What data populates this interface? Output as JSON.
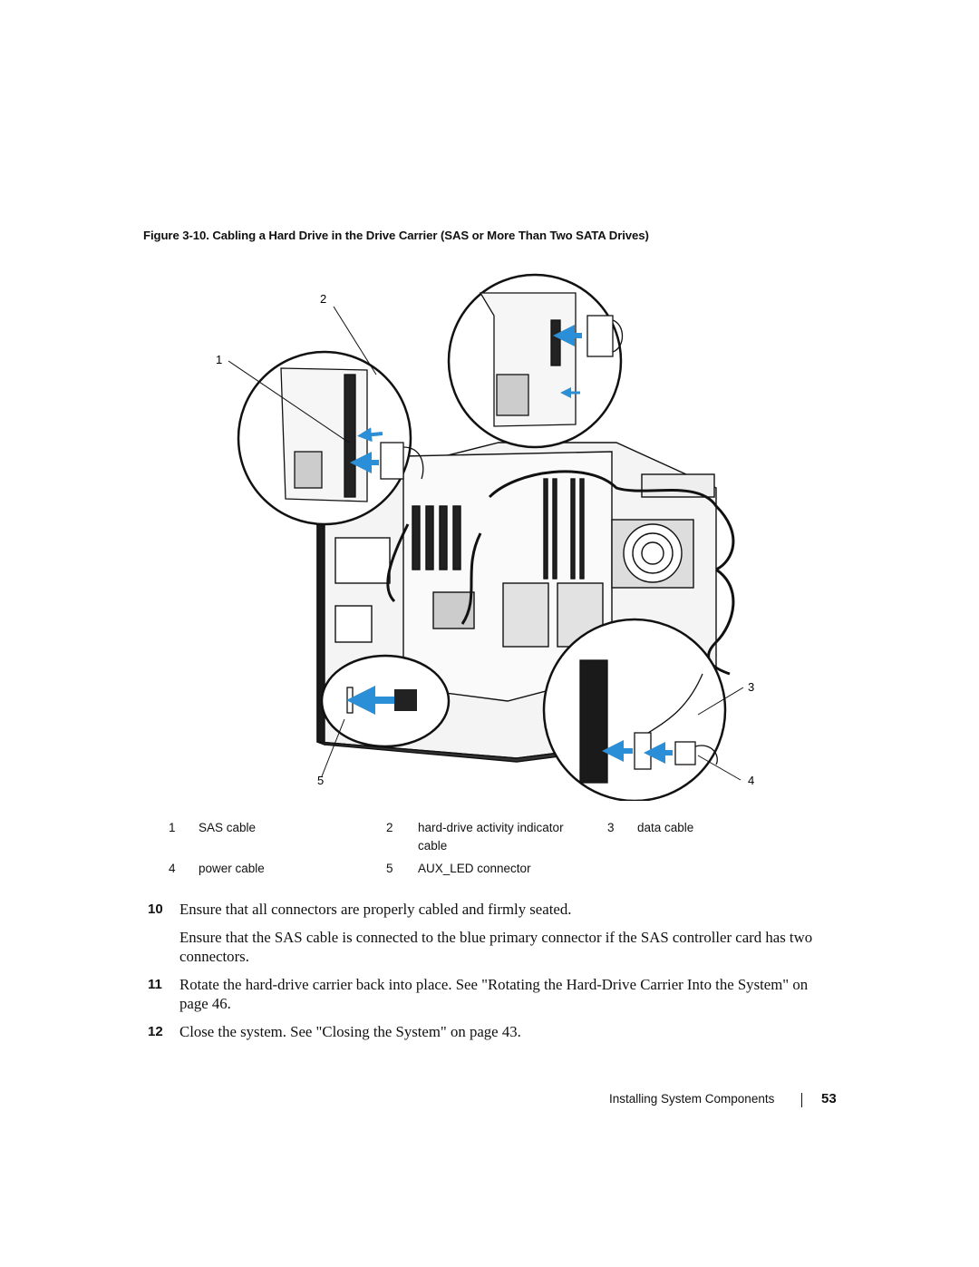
{
  "caption": "Figure 3-10.   Cabling a Hard Drive in the Drive Carrier (SAS or More Than Two SATA Drives)",
  "figure": {
    "callout_numbers": [
      "1",
      "2",
      "3",
      "4",
      "5"
    ]
  },
  "callouts": [
    {
      "num": "1",
      "label": "SAS cable"
    },
    {
      "num": "2",
      "label": "hard-drive activity indicator",
      "label2": "cable"
    },
    {
      "num": "3",
      "label": "data cable"
    },
    {
      "num": "4",
      "label": "power cable"
    },
    {
      "num": "5",
      "label": "AUX_LED connector"
    }
  ],
  "steps": [
    {
      "num": "10",
      "text": "Ensure that all connectors are properly cabled and firmly seated."
    },
    {
      "num": "",
      "text": "Ensure that the SAS cable is connected to the blue primary connector if the SAS controller card has two connectors."
    },
    {
      "num": "11",
      "text": "Rotate the hard-drive carrier back into place. See \"Rotating the Hard-Drive Carrier Into the System\" on page 46."
    },
    {
      "num": "12",
      "text": "Close the system. See \"Closing the System\" on page 43."
    }
  ],
  "footer": {
    "section": "Installing System Components",
    "page": "53"
  },
  "colors": {
    "arrow_blue": "#2a8fd6",
    "line": "#111111"
  }
}
